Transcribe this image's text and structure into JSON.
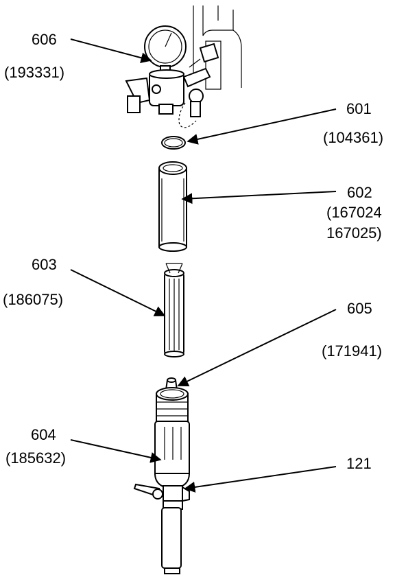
{
  "callouts": [
    {
      "id": "606",
      "part_no": "(193331)"
    },
    {
      "id": "601",
      "part_no": "(104361)"
    },
    {
      "id": "602",
      "part_no_1": "(167024",
      "part_no_2": "167025)"
    },
    {
      "id": "603",
      "part_no": "(186075)"
    },
    {
      "id": "605",
      "part_no": "(171941)"
    },
    {
      "id": "604",
      "part_no": "(185632)"
    },
    {
      "id": "121"
    }
  ],
  "colors": {
    "line": "#000000",
    "background": "#ffffff"
  }
}
